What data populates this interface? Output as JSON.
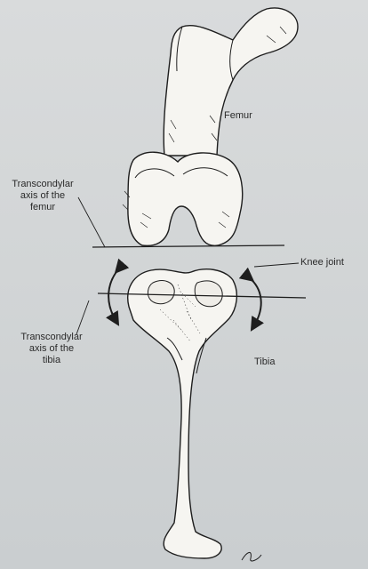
{
  "labels": {
    "femur": "Femur",
    "tibia": "Tibia",
    "knee_joint": "Knee joint",
    "tca_femur": "Transcondylar\naxis of the\nfemur",
    "tca_tibia": "Transcondylar\naxis of the\ntibia"
  },
  "colors": {
    "ink": "#1e1e1e",
    "bone_fill": "#f6f5f1",
    "paper": "#d6d8d9"
  }
}
